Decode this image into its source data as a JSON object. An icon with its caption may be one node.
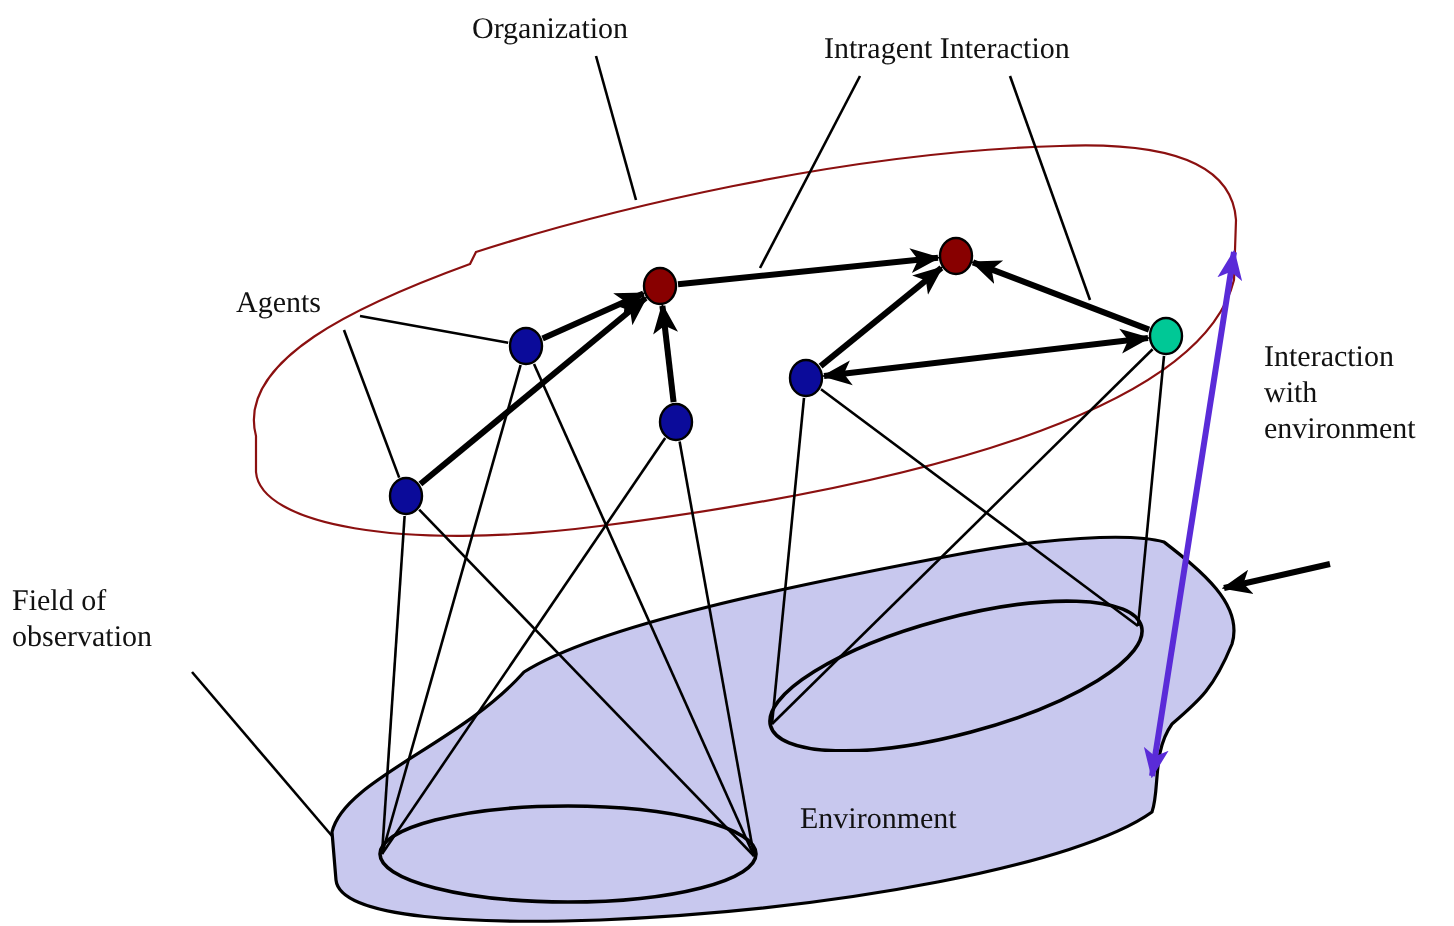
{
  "diagram": {
    "nodes": [
      {
        "text": [
          "Organization"
        ]
      },
      {
        "text": [
          "Intragent Interaction"
        ]
      },
      {
        "text": [
          "Agents"
        ]
      },
      {
        "text": [],
        "shape": "cloud"
      },
      {
        "text": [
          "Environment"
        ]
      },
      {
        "text": [],
        "shape": "circle",
        "in": 3
      },
      {
        "text": [],
        "shape": "circle",
        "in": 3
      },
      {
        "text": [],
        "shape": "circle",
        "in": 3
      },
      {
        "text": [],
        "shape": "circle",
        "in": 3
      },
      {
        "text": [],
        "shape": "circle",
        "in": 3
      },
      {
        "text": [],
        "shape": "circle",
        "in": 3
      },
      {
        "text": [],
        "shape": "circle",
        "in": 3
      },
      {
        "text": [],
        "shape": "ellipse",
        "in": 4
      },
      {
        "text": [],
        "shape": "ellipse",
        "in": 4
      },
      {
        "text": [
          "Field of observation"
        ]
      }
    ],
    "edges": [
      {
        "from": 0,
        "to": 3,
        "arrow": "none"
      },
      {
        "from": 1,
        "to": null,
        "arrow": "none"
      },
      {
        "from": 1,
        "to": null,
        "arrow": "none"
      },
      {
        "from": 2,
        "to": 6,
        "arrow": "none"
      },
      {
        "from": 2,
        "to": 5,
        "arrow": "none"
      },
      {
        "from": 14,
        "to": 4,
        "arrow": "none"
      },
      {
        "from": 6,
        "to": 7,
        "arrow": "to",
        "style": "thick"
      },
      {
        "from": 5,
        "to": 7,
        "arrow": "to",
        "style": "thick"
      },
      {
        "from": 8,
        "to": 7,
        "arrow": "to",
        "style": "thick"
      },
      {
        "from": 7,
        "to": 10,
        "arrow": "to",
        "style": "thick"
      },
      {
        "from": 9,
        "to": 10,
        "arrow": "to",
        "style": "thick"
      },
      {
        "from": 11,
        "to": 10,
        "arrow": "to",
        "style": "thick"
      },
      {
        "from": 9,
        "to": 11,
        "arrow": "both",
        "style": "thick"
      },
      {
        "from": 4,
        "to": 3,
        "arrow": "both",
        "style": "thick",
        "color": "#5a2bd8"
      },
      {
        "from": null,
        "to": 4,
        "arrow": "to",
        "style": "thick"
      },
      {
        "from": 5,
        "to": 12,
        "arrow": "none"
      },
      {
        "from": 5,
        "to": 12,
        "arrow": "none"
      },
      {
        "from": 6,
        "to": 12,
        "arrow": "none"
      },
      {
        "from": 6,
        "to": 12,
        "arrow": "none"
      },
      {
        "from": 8,
        "to": 12,
        "arrow": "none"
      },
      {
        "from": 8,
        "to": 12,
        "arrow": "none"
      },
      {
        "from": 9,
        "to": 13,
        "arrow": "none"
      },
      {
        "from": 9,
        "to": 13,
        "arrow": "none"
      },
      {
        "from": 11,
        "to": 13,
        "arrow": "none"
      },
      {
        "from": 11,
        "to": 13,
        "arrow": "none"
      }
    ],
    "labels": [
      "Interaction with environment"
    ]
  }
}
